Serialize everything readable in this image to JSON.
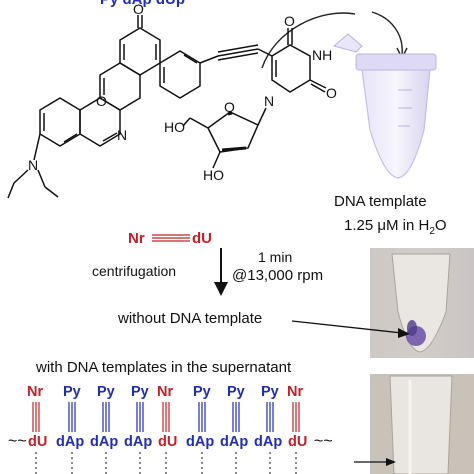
{
  "top_label": "Py dAp dUp",
  "structure_atoms": {
    "ketone_o": "O",
    "ring_o": "O",
    "ring_n": "N",
    "amine_n": "N",
    "uracil_o1": "O",
    "uracil_o2": "O",
    "uracil_nh": "NH",
    "uracil_n": "N",
    "sugar_ho_top": "HO",
    "sugar_o": "O",
    "sugar_ho_bottom": "HO"
  },
  "compound": {
    "nr_label": "Nr",
    "du_label": "dU"
  },
  "dna_template": {
    "line1": "DNA template",
    "line2_prefix": "1.25 ",
    "line2_unit": "μM in H",
    "line2_sub": "2",
    "line2_suffix": "O"
  },
  "step": {
    "left": "centrifugation",
    "time": "1 min",
    "speed": "@13,000 rpm"
  },
  "without_label": "without DNA template",
  "with_label": "with DNA templates in the supernatant",
  "probe_labels": [
    "Nr",
    "Py",
    "Py",
    "Py",
    "Nr",
    "Py",
    "Py",
    "Py",
    "Nr"
  ],
  "strand_units": [
    "dU",
    "dAp",
    "dAp",
    "dAp",
    "dU",
    "dAp",
    "dAp",
    "dAp",
    "dU"
  ],
  "colors": {
    "nr": "#c0202a",
    "py": "#1f2fb0",
    "tube_liquid": "#dcd8f5",
    "pellet": "#6a4fa8",
    "photo_bg": "#c9c2b8"
  }
}
